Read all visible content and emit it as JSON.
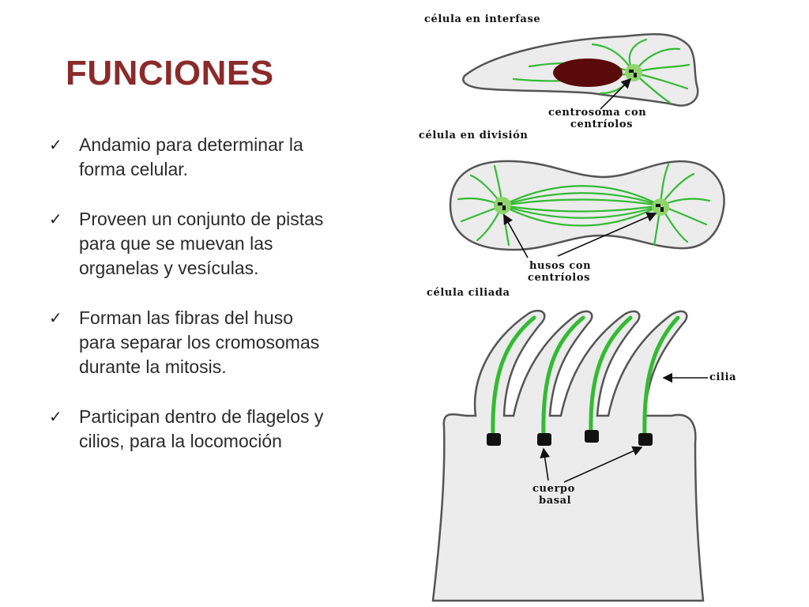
{
  "slide": {
    "title": "FUNCIONES",
    "title_color": "#8b2a2a",
    "check_glyph": "✓",
    "bullets": [
      "Andamio para determinar la forma celular.",
      "Proveen un conjunto de pistas para que se muevan las organelas y vesículas.",
      "Forman las fibras del huso para separar los cromosomas durante la mitosis.",
      "Participan dentro de flagelos y cilios, para la locomoción"
    ]
  },
  "figure": {
    "labels": {
      "interphase": "célula en interfase",
      "centrosome_1": "centrosoma con",
      "centrosome_2": "centríolos",
      "division": "célula en división",
      "spindle_1": "husos con",
      "spindle_2": "centríolos",
      "ciliated": "célula ciliada",
      "cilia": "cilia",
      "basal_1": "cuerpo",
      "basal_2": "basal"
    },
    "colors": {
      "cell_fill": "#ececec",
      "microtubule": "#33bb33",
      "nucleus": "#5a0a0a",
      "outline": "#555555"
    }
  }
}
